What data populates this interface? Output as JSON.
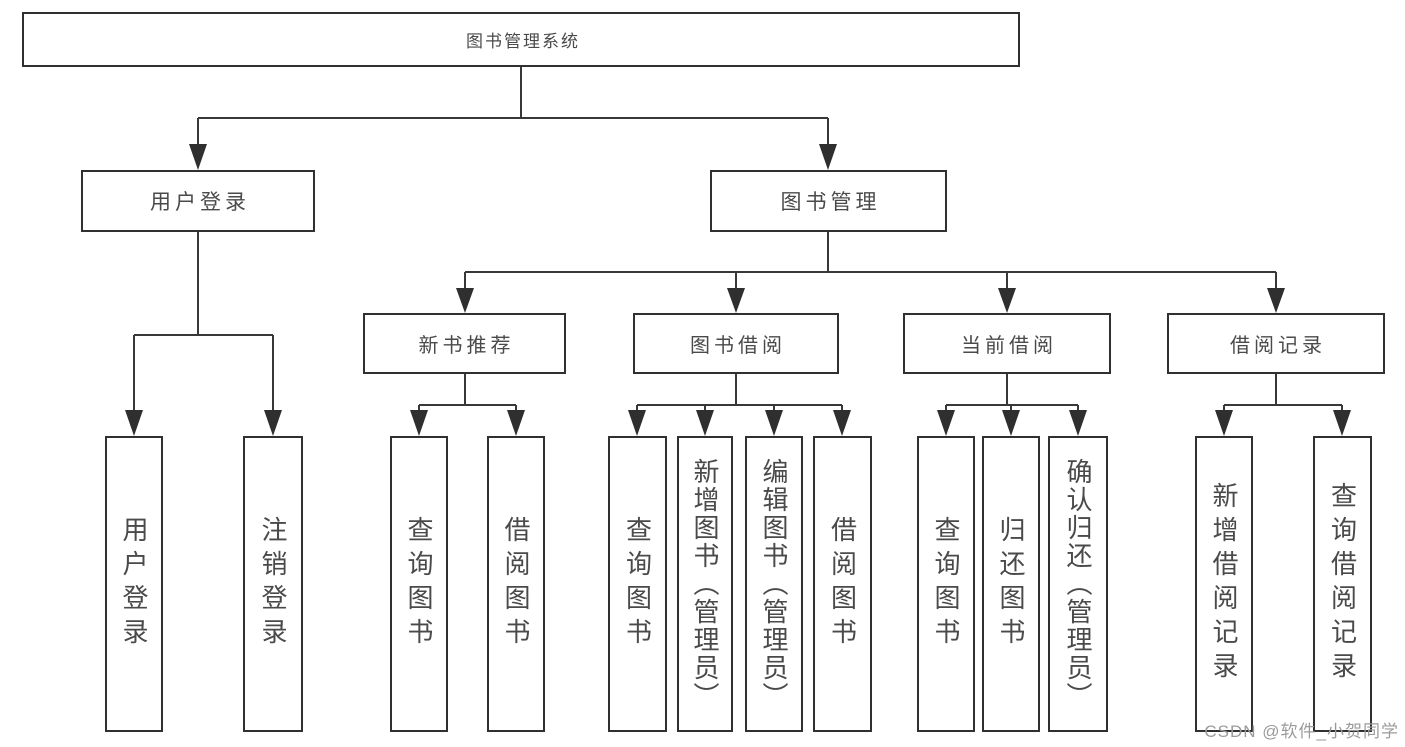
{
  "diagram": {
    "root": {
      "label": "图书管理系统"
    },
    "children": [
      {
        "label": "用户登录",
        "children": [
          {
            "label": "用户登录"
          },
          {
            "label": "注销登录"
          }
        ]
      },
      {
        "label": "图书管理",
        "children": [
          {
            "label": "新书推荐",
            "children": [
              {
                "label": "查询图书"
              },
              {
                "label": "借阅图书"
              }
            ]
          },
          {
            "label": "图书借阅",
            "children": [
              {
                "label": "查询图书"
              },
              {
                "label": "新增图书（管理员）"
              },
              {
                "label": "编辑图书（管理员）"
              },
              {
                "label": "借阅图书"
              }
            ]
          },
          {
            "label": "当前借阅",
            "children": [
              {
                "label": "查询图书"
              },
              {
                "label": "归还图书"
              },
              {
                "label": "确认归还（管理员）"
              }
            ]
          },
          {
            "label": "借阅记录",
            "children": [
              {
                "label": "新增借阅记录"
              },
              {
                "label": "查询借阅记录"
              }
            ]
          }
        ]
      }
    ]
  },
  "watermark": {
    "text": "CSDN @软件_小贺同学"
  },
  "colors": {
    "line": "#383838",
    "border": "#303030",
    "text": "#4a4a4a",
    "watermark": "#9b9b9b"
  }
}
